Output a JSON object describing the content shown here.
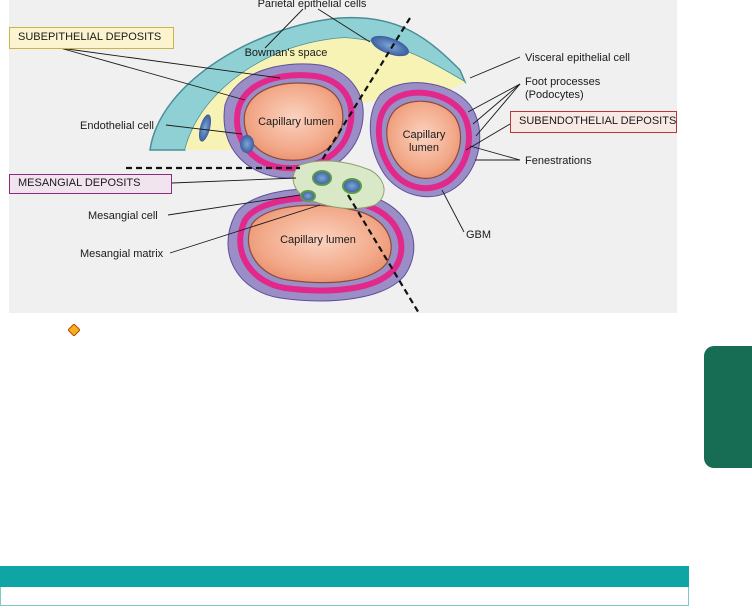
{
  "diagram": {
    "boxes": {
      "subepithelial": "SUBEPITHELIAL DEPOSITS",
      "subendothelial": "SUBENDOTHELIAL DEPOSITS",
      "mesangial": "MESANGIAL DEPOSITS"
    },
    "labels": {
      "parietal": "Parietal epithelial cells",
      "bowman": "Bowman's space",
      "visceral": "Visceral epithelial cell",
      "foot_line1": "Foot processes",
      "foot_line2": "(Podocytes)",
      "endothelial": "Endothelial cell",
      "fenestrations": "Fenestrations",
      "mesangial_cell": "Mesangial cell",
      "mesangial_matrix": "Mesangial matrix",
      "gbm": "GBM",
      "lumen_top_left": "Capillary lumen",
      "lumen_right_line1": "Capillary",
      "lumen_right_line2": "lumen",
      "lumen_bottom": "Capillary lumen"
    },
    "colors": {
      "panel_bg": "#f0f0f0",
      "bowman_space": "#f7f3b4",
      "parietal_layer": "#8fd0d4",
      "podocyte": "#9b8ec7",
      "gbm": "#e2288a",
      "lumen": "#f2a888",
      "mesangium": "#d9e8c6",
      "subepithelial_box_bg": "#fbf4cf",
      "subendothelial_box_border": "#b03a3a",
      "mesangial_box_border": "#8d2c7a",
      "side_tab": "#176c54",
      "footer_bar": "#0ea5a4"
    }
  }
}
